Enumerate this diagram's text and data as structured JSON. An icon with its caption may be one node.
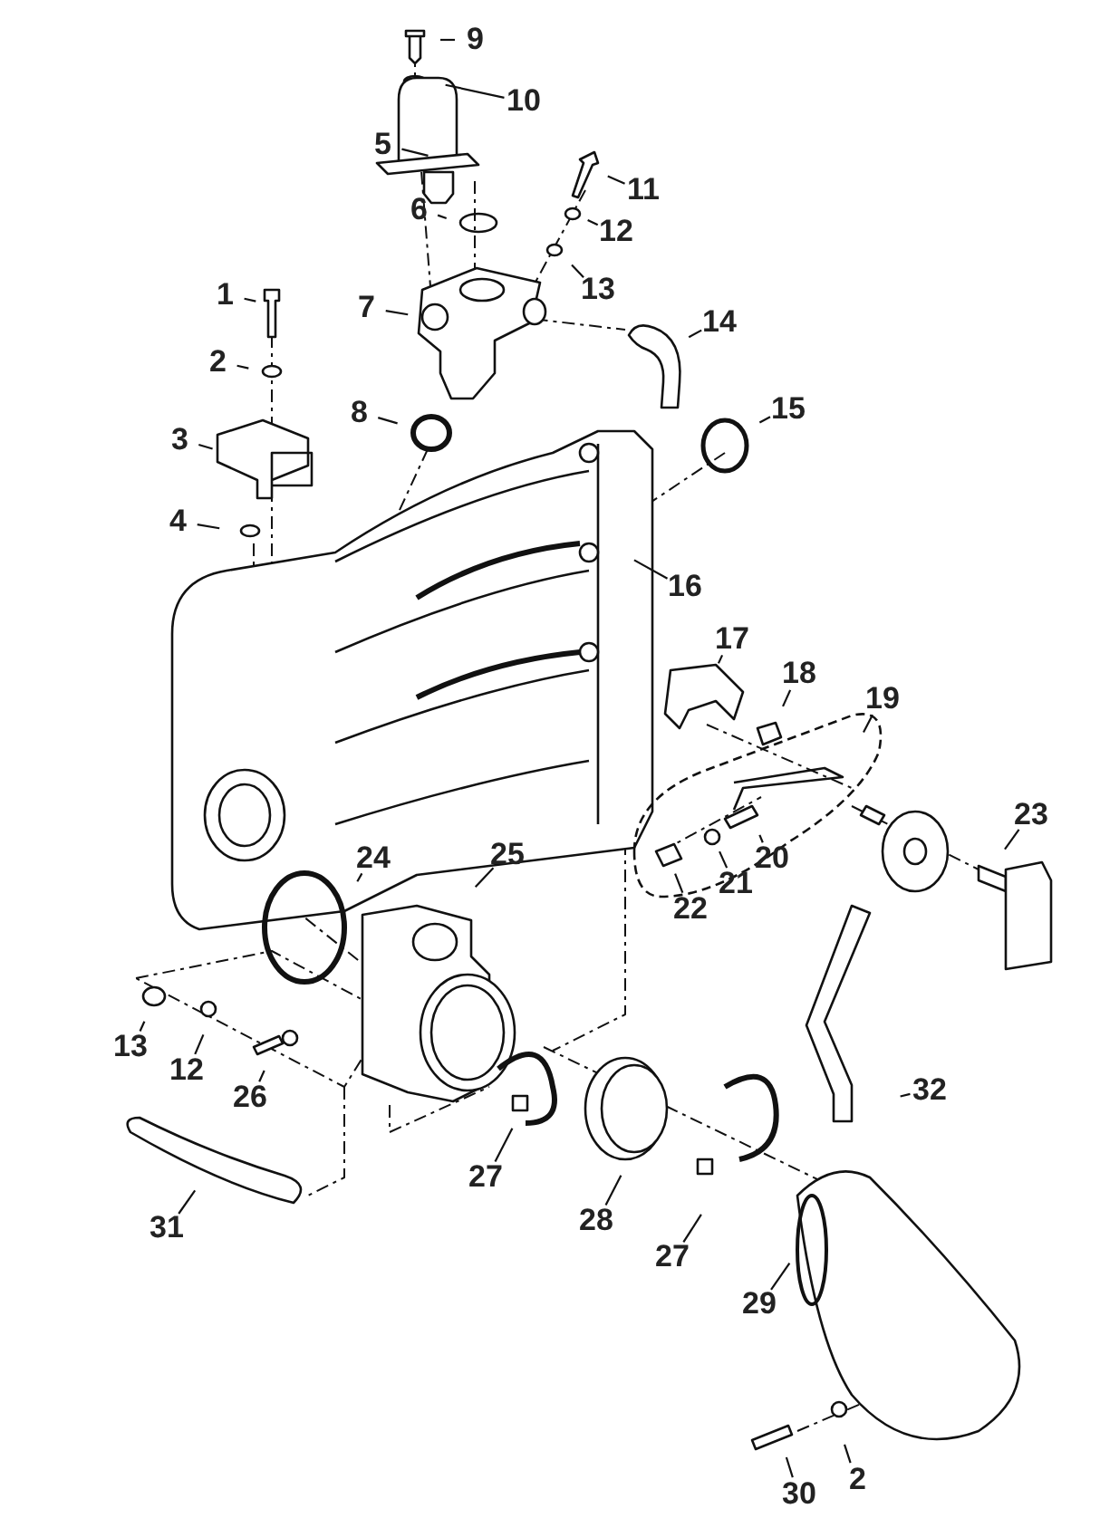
{
  "diagram": {
    "nodes": [
      {
        "text": [
          "9"
        ]
      },
      {
        "text": [
          "10"
        ]
      },
      {
        "text": [
          "5"
        ]
      },
      {
        "text": [
          "11"
        ]
      },
      {
        "text": [
          "6"
        ]
      },
      {
        "text": [
          "12"
        ]
      },
      {
        "text": [
          "13"
        ]
      },
      {
        "text": [
          "1"
        ]
      },
      {
        "text": [
          "7"
        ]
      },
      {
        "text": [
          "14"
        ]
      },
      {
        "text": [
          "2"
        ]
      },
      {
        "text": [
          "8"
        ]
      },
      {
        "text": [
          "15"
        ]
      },
      {
        "text": [
          "3"
        ]
      },
      {
        "text": [
          "4"
        ]
      },
      {
        "text": [
          "16"
        ]
      },
      {
        "text": [
          "17"
        ]
      },
      {
        "text": [
          "18"
        ]
      },
      {
        "text": [
          "19"
        ]
      },
      {
        "text": [
          "20"
        ]
      },
      {
        "text": [
          "22"
        ]
      },
      {
        "text": [
          "21"
        ]
      },
      {
        "text": [
          "23"
        ]
      },
      {
        "text": [
          "24"
        ]
      },
      {
        "text": [
          "25"
        ]
      },
      {
        "text": [
          "13"
        ]
      },
      {
        "text": [
          "12"
        ]
      },
      {
        "text": [
          "26"
        ]
      },
      {
        "text": [
          "27"
        ]
      },
      {
        "text": [
          "28"
        ]
      },
      {
        "text": [
          "32"
        ]
      },
      {
        "text": [
          "31"
        ]
      },
      {
        "text": [
          "27"
        ]
      },
      {
        "text": [
          "29"
        ]
      },
      {
        "text": [
          "2"
        ]
      },
      {
        "text": [
          "30"
        ]
      }
    ],
    "edges": [
      {
        "from": 0,
        "to": null,
        "arrow": "none"
      },
      {
        "from": 1,
        "to": null,
        "arrow": "none"
      },
      {
        "from": 2,
        "to": null,
        "arrow": "none"
      },
      {
        "from": 3,
        "to": null,
        "arrow": "none"
      },
      {
        "from": 4,
        "to": null,
        "arrow": "none"
      },
      {
        "from": 5,
        "to": null,
        "arrow": "none"
      },
      {
        "from": 6,
        "to": null,
        "arrow": "none"
      },
      {
        "from": 7,
        "to": null,
        "arrow": "none"
      },
      {
        "from": 8,
        "to": null,
        "arrow": "none"
      },
      {
        "from": 9,
        "to": null,
        "arrow": "none"
      },
      {
        "from": 10,
        "to": null,
        "arrow": "none"
      },
      {
        "from": 11,
        "to": null,
        "arrow": "none"
      },
      {
        "from": 12,
        "to": null,
        "arrow": "none"
      },
      {
        "from": 13,
        "to": null,
        "arrow": "none"
      },
      {
        "from": 14,
        "to": null,
        "arrow": "none"
      },
      {
        "from": 15,
        "to": null,
        "arrow": "none"
      },
      {
        "from": 16,
        "to": null,
        "arrow": "none"
      },
      {
        "from": 17,
        "to": null,
        "arrow": "none"
      },
      {
        "from": 18,
        "to": null,
        "arrow": "none"
      },
      {
        "from": 19,
        "to": null,
        "arrow": "none"
      },
      {
        "from": 20,
        "to": null,
        "arrow": "none"
      },
      {
        "from": 21,
        "to": null,
        "arrow": "none"
      },
      {
        "from": 22,
        "to": null,
        "arrow": "none"
      },
      {
        "from": 23,
        "to": null,
        "arrow": "none"
      },
      {
        "from": 24,
        "to": null,
        "arrow": "none"
      },
      {
        "from": 25,
        "to": null,
        "arrow": "none"
      },
      {
        "from": 26,
        "to": null,
        "arrow": "none"
      },
      {
        "from": 27,
        "to": null,
        "arrow": "none"
      },
      {
        "from": 28,
        "to": null,
        "arrow": "none"
      },
      {
        "from": 29,
        "to": null,
        "arrow": "none"
      },
      {
        "from": 30,
        "to": null,
        "arrow": "none"
      },
      {
        "from": 31,
        "to": null,
        "arrow": "none"
      },
      {
        "from": 32,
        "to": null,
        "arrow": "none"
      },
      {
        "from": 33,
        "to": null,
        "arrow": "none"
      },
      {
        "from": 34,
        "to": null,
        "arrow": "none"
      },
      {
        "from": 35,
        "to": null,
        "arrow": "none"
      }
    ]
  }
}
